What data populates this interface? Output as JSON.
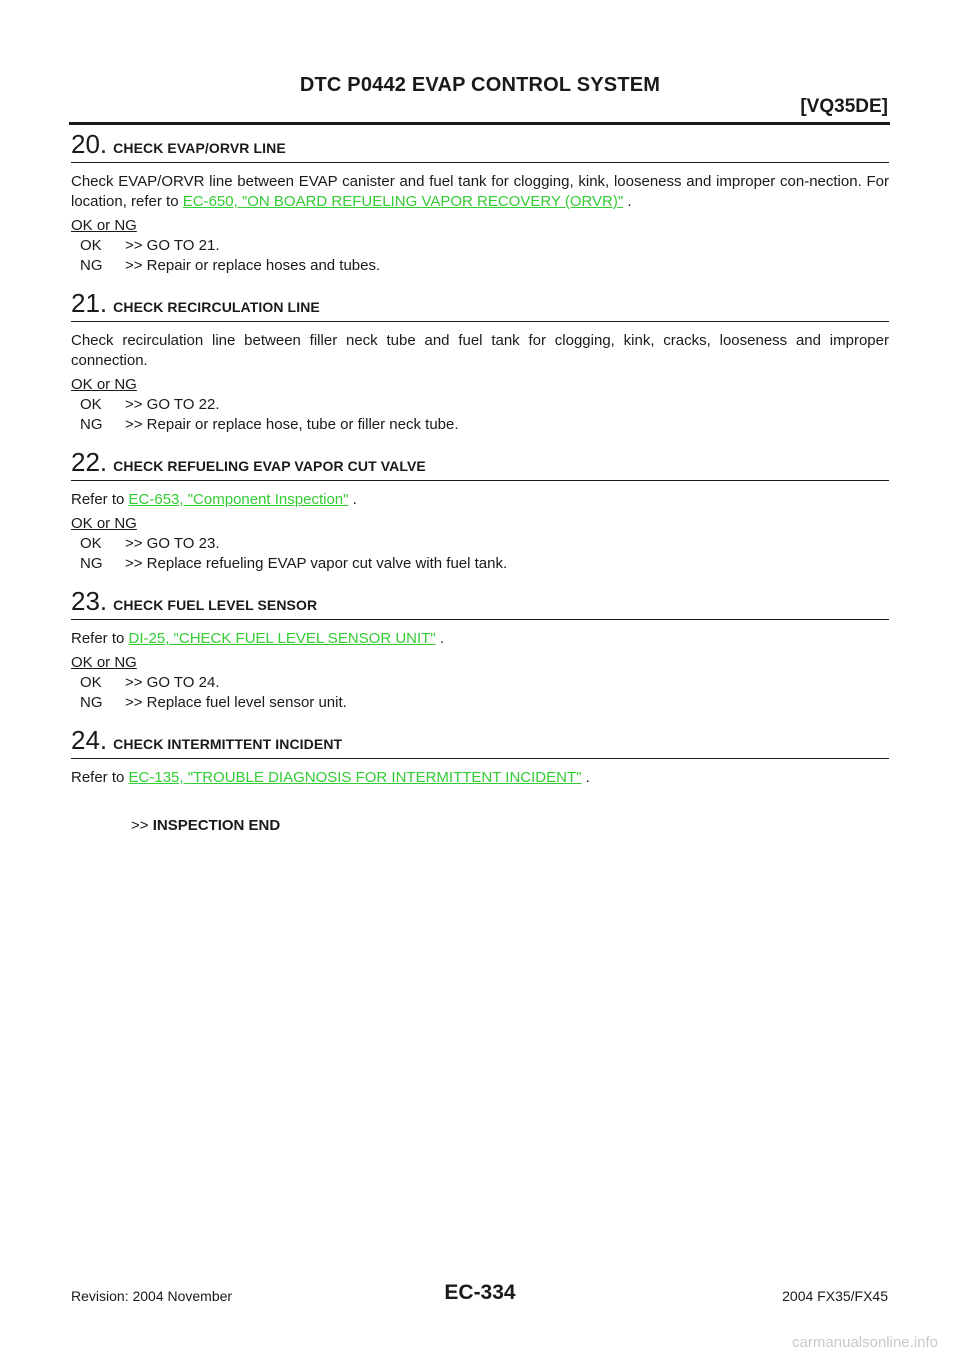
{
  "header": {
    "title": "DTC P0442 EVAP CONTROL SYSTEM",
    "model": "[VQ35DE]"
  },
  "steps": [
    {
      "number": "20.",
      "title": "CHECK EVAP/ORVR LINE",
      "text_before": "Check EVAP/ORVR line between EVAP canister and fuel tank for clogging, kink, looseness and improper con-nection. For location, refer to ",
      "link": "EC-650, \"ON BOARD REFUELING VAPOR RECOVERY (ORVR)\"",
      "text_after": " .",
      "okng": "OK or NG",
      "ok_code": "OK",
      "ok_text": ">> GO TO 21.",
      "ng_code": "NG",
      "ng_text": ">> Repair or replace hoses and tubes."
    },
    {
      "number": "21.",
      "title": "CHECK RECIRCULATION LINE",
      "text_before": "Check recirculation line between filler neck tube and fuel tank for clogging, kink, cracks, looseness and improper connection.",
      "okng": "OK or NG",
      "ok_code": "OK",
      "ok_text": ">> GO TO 22.",
      "ng_code": "NG",
      "ng_text": ">> Repair or replace hose, tube or filler neck tube."
    },
    {
      "number": "22.",
      "title": "CHECK REFUELING EVAP VAPOR CUT VALVE",
      "text_before": "Refer to ",
      "link": "EC-653, \"Component Inspection\"",
      "text_after": " .",
      "okng": "OK or NG",
      "ok_code": "OK",
      "ok_text": ">> GO TO 23.",
      "ng_code": "NG",
      "ng_text": ">> Replace refueling EVAP vapor cut valve with fuel tank."
    },
    {
      "number": "23.",
      "title": "CHECK FUEL LEVEL SENSOR",
      "text_before": "Refer to ",
      "link": "DI-25, \"CHECK FUEL LEVEL SENSOR UNIT\"",
      "text_after": " .",
      "okng": "OK or NG",
      "ok_code": "OK",
      "ok_text": ">> GO TO 24.",
      "ng_code": "NG",
      "ng_text": ">> Replace fuel level sensor unit."
    },
    {
      "number": "24.",
      "title": "CHECK INTERMITTENT INCIDENT",
      "text_before": "Refer to ",
      "link": "EC-135, \"TROUBLE DIAGNOSIS FOR INTERMITTENT INCIDENT\"",
      "text_after": " ."
    }
  ],
  "end": {
    "arrow": ">>",
    "label": "INSPECTION END"
  },
  "footer": {
    "revision": "Revision: 2004 November",
    "page": "EC-334",
    "model": "2004 FX35/FX45"
  },
  "watermark": "carmanualsonline.info",
  "colors": {
    "link": "#33cc33",
    "text": "#1a1a1a",
    "watermark": "#c8c8c8"
  }
}
